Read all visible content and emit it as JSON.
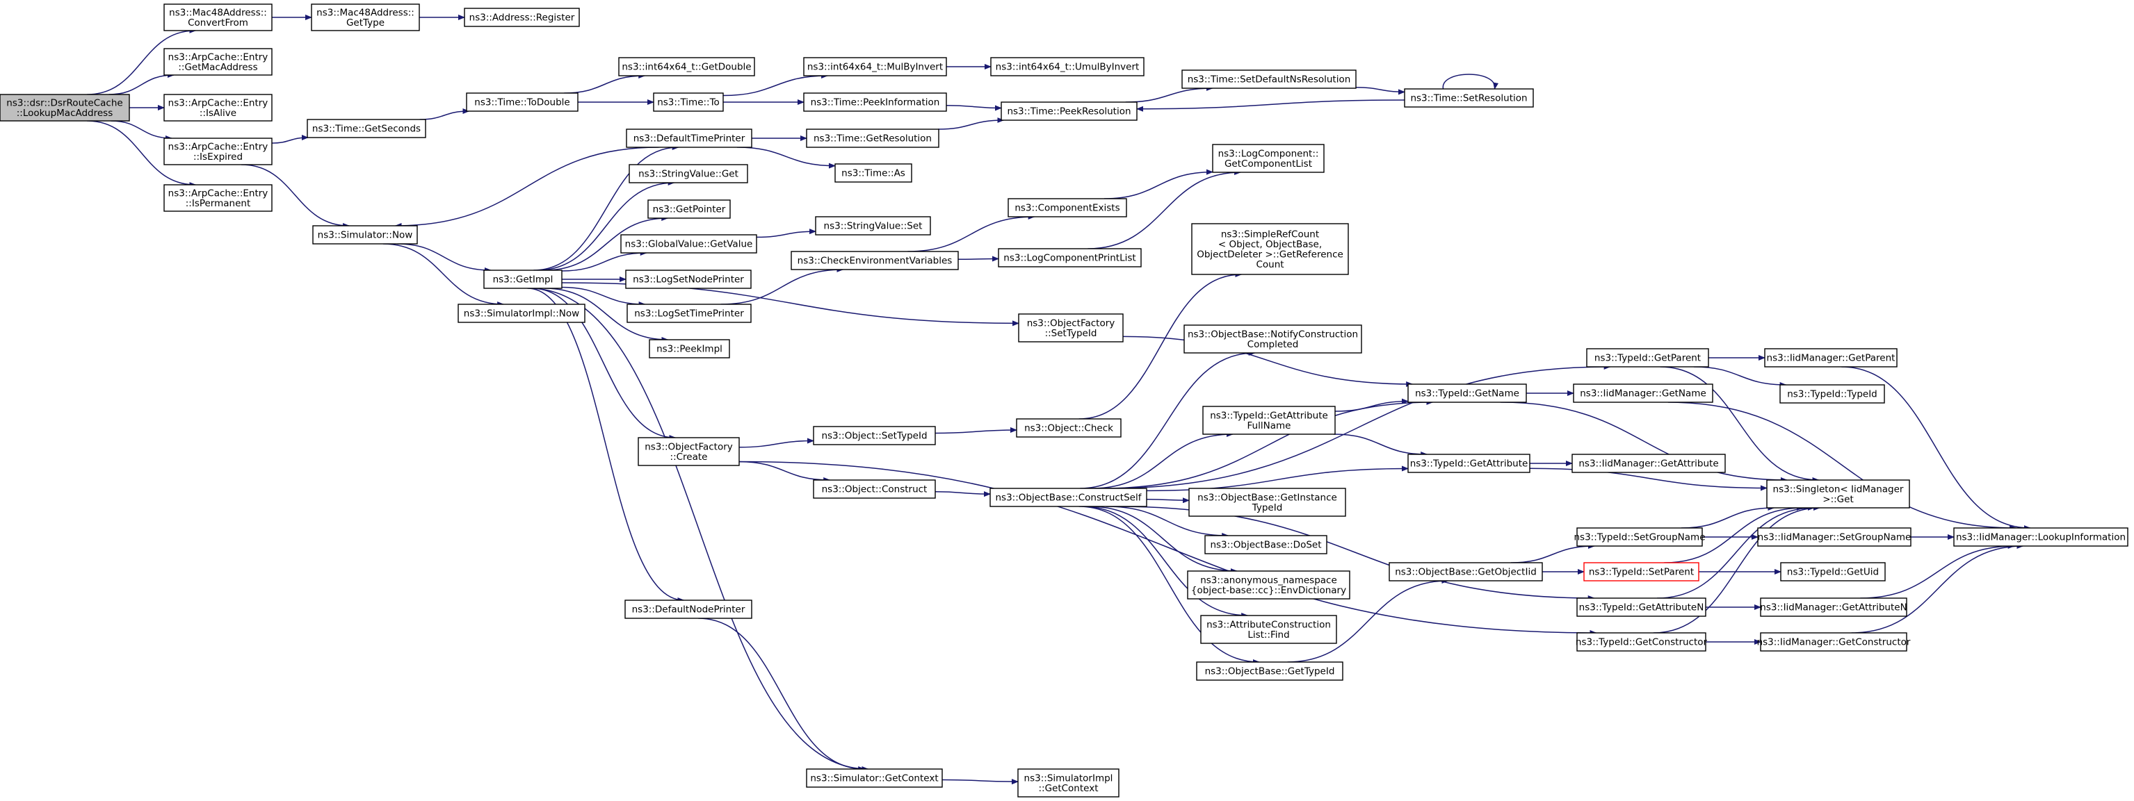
{
  "graph": {
    "title": "",
    "edge_color": "#191970",
    "root_fill": "#bfbfbf",
    "nodes": [
      {
        "id": "root",
        "lines": [
          "ns3::dsr::DsrRouteCache",
          "::LookupMacAddress"
        ],
        "style": "root"
      },
      {
        "id": "macConvert",
        "lines": [
          "ns3::Mac48Address::",
          "ConvertFrom"
        ]
      },
      {
        "id": "macGetType",
        "lines": [
          "ns3::Mac48Address::",
          "GetType"
        ]
      },
      {
        "id": "addrRegister",
        "lines": [
          "ns3::Address::Register"
        ]
      },
      {
        "id": "arpGetMac",
        "lines": [
          "ns3::ArpCache::Entry",
          "::GetMacAddress"
        ]
      },
      {
        "id": "arpIsAlive",
        "lines": [
          "ns3::ArpCache::Entry",
          "::IsAlive"
        ]
      },
      {
        "id": "arpIsExpired",
        "lines": [
          "ns3::ArpCache::Entry",
          "::IsExpired"
        ]
      },
      {
        "id": "arpIsPermanent",
        "lines": [
          "ns3::ArpCache::Entry",
          "::IsPermanent"
        ]
      },
      {
        "id": "timeGetSeconds",
        "lines": [
          "ns3::Time::GetSeconds"
        ]
      },
      {
        "id": "timeToDouble",
        "lines": [
          "ns3::Time::ToDouble"
        ]
      },
      {
        "id": "intGetDouble",
        "lines": [
          "ns3::int64x64_t::GetDouble"
        ]
      },
      {
        "id": "timeTo",
        "lines": [
          "ns3::Time::To"
        ]
      },
      {
        "id": "intMulByInvert",
        "lines": [
          "ns3::int64x64_t::MulByInvert"
        ]
      },
      {
        "id": "intUmulByInvert",
        "lines": [
          "ns3::int64x64_t::UmulByInvert"
        ]
      },
      {
        "id": "timePeekInformation",
        "lines": [
          "ns3::Time::PeekInformation"
        ]
      },
      {
        "id": "timePeekResolution",
        "lines": [
          "ns3::Time::PeekResolution"
        ]
      },
      {
        "id": "timeSetDefaultNs",
        "lines": [
          "ns3::Time::SetDefaultNsResolution"
        ]
      },
      {
        "id": "timeSetResolution",
        "lines": [
          "ns3::Time::SetResolution"
        ]
      },
      {
        "id": "defaultTimePrinter",
        "lines": [
          "ns3::DefaultTimePrinter"
        ]
      },
      {
        "id": "timeGetResolution",
        "lines": [
          "ns3::Time::GetResolution"
        ]
      },
      {
        "id": "timeAs",
        "lines": [
          "ns3::Time::As"
        ]
      },
      {
        "id": "simNow",
        "lines": [
          "ns3::Simulator::Now"
        ]
      },
      {
        "id": "stringValueGet",
        "lines": [
          "ns3::StringValue::Get"
        ]
      },
      {
        "id": "getPointer",
        "lines": [
          "ns3::GetPointer"
        ]
      },
      {
        "id": "globalValueGetValue",
        "lines": [
          "ns3::GlobalValue::GetValue"
        ]
      },
      {
        "id": "stringValueSet",
        "lines": [
          "ns3::StringValue::Set"
        ]
      },
      {
        "id": "getImpl",
        "lines": [
          "ns3::GetImpl"
        ]
      },
      {
        "id": "logSetNodePrinter",
        "lines": [
          "ns3::LogSetNodePrinter"
        ]
      },
      {
        "id": "logSetTimePrinter",
        "lines": [
          "ns3::LogSetTimePrinter"
        ]
      },
      {
        "id": "checkEnvVars",
        "lines": [
          "ns3::CheckEnvironmentVariables"
        ]
      },
      {
        "id": "componentExists",
        "lines": [
          "ns3::ComponentExists"
        ]
      },
      {
        "id": "logComponentPrintList",
        "lines": [
          "ns3::LogComponentPrintList"
        ]
      },
      {
        "id": "logGetComponentList",
        "lines": [
          "ns3::LogComponent::",
          "GetComponentList"
        ]
      },
      {
        "id": "simImplNow",
        "lines": [
          "ns3::SimulatorImpl::Now"
        ]
      },
      {
        "id": "peekImpl",
        "lines": [
          "ns3::PeekImpl"
        ]
      },
      {
        "id": "simpleRefCount",
        "lines": [
          "ns3::SimpleRefCount",
          "< Object, ObjectBase,",
          "ObjectDeleter >::GetReference",
          "Count"
        ]
      },
      {
        "id": "objFactorySetTypeId",
        "lines": [
          "ns3::ObjectFactory",
          "::SetTypeId"
        ]
      },
      {
        "id": "objBaseNotify",
        "lines": [
          "ns3::ObjectBase::NotifyConstruction",
          "Completed"
        ]
      },
      {
        "id": "typeIdGetParent",
        "lines": [
          "ns3::TypeId::GetParent"
        ]
      },
      {
        "id": "iidGetParent",
        "lines": [
          "ns3::IidManager::GetParent"
        ]
      },
      {
        "id": "typeIdTypeId",
        "lines": [
          "ns3::TypeId::TypeId"
        ]
      },
      {
        "id": "typeIdGetName",
        "lines": [
          "ns3::TypeId::GetName"
        ]
      },
      {
        "id": "iidGetName",
        "lines": [
          "ns3::IidManager::GetName"
        ]
      },
      {
        "id": "typeIdGetAttrFullName",
        "lines": [
          "ns3::TypeId::GetAttribute",
          "FullName"
        ]
      },
      {
        "id": "objFactoryCreate",
        "lines": [
          "ns3::ObjectFactory",
          "::Create"
        ]
      },
      {
        "id": "objSetTypeId",
        "lines": [
          "ns3::Object::SetTypeId"
        ]
      },
      {
        "id": "objCheck",
        "lines": [
          "ns3::Object::Check"
        ]
      },
      {
        "id": "typeIdGetAttribute",
        "lines": [
          "ns3::TypeId::GetAttribute"
        ]
      },
      {
        "id": "iidGetAttribute",
        "lines": [
          "ns3::IidManager::GetAttribute"
        ]
      },
      {
        "id": "objConstruct",
        "lines": [
          "ns3::Object::Construct"
        ]
      },
      {
        "id": "objBaseConstructSelf",
        "lines": [
          "ns3::ObjectBase::ConstructSelf"
        ]
      },
      {
        "id": "objBaseGetInstanceTypeId",
        "lines": [
          "ns3::ObjectBase::GetInstance",
          "TypeId"
        ]
      },
      {
        "id": "singletonGet",
        "lines": [
          "ns3::Singleton< IidManager",
          ">::Get"
        ]
      },
      {
        "id": "objBaseDoSet",
        "lines": [
          "ns3::ObjectBase::DoSet"
        ]
      },
      {
        "id": "typeIdSetGroupName",
        "lines": [
          "ns3::TypeId::SetGroupName"
        ]
      },
      {
        "id": "iidSetGroupName",
        "lines": [
          "ns3::IidManager::SetGroupName"
        ]
      },
      {
        "id": "iidLookupInformation",
        "lines": [
          "ns3::IidManager::LookupInformation"
        ]
      },
      {
        "id": "objBaseGetObjectIid",
        "lines": [
          "ns3::ObjectBase::GetObjectIid"
        ]
      },
      {
        "id": "typeIdSetParent",
        "lines": [
          "ns3::TypeId::SetParent"
        ],
        "style": "red"
      },
      {
        "id": "typeIdGetUid",
        "lines": [
          "ns3::TypeId::GetUid"
        ]
      },
      {
        "id": "anonEnvDictionary",
        "lines": [
          "ns3::anonymous_namespace",
          "{object-base::cc}::EnvDictionary"
        ]
      },
      {
        "id": "defaultNodePrinter",
        "lines": [
          "ns3::DefaultNodePrinter"
        ]
      },
      {
        "id": "typeIdGetAttributeN",
        "lines": [
          "ns3::TypeId::GetAttributeN"
        ]
      },
      {
        "id": "iidGetAttributeN",
        "lines": [
          "ns3::IidManager::GetAttributeN"
        ]
      },
      {
        "id": "attrConstructionListFind",
        "lines": [
          "ns3::AttributeConstruction",
          "List::Find"
        ]
      },
      {
        "id": "typeIdGetConstructor",
        "lines": [
          "ns3::TypeId::GetConstructor"
        ]
      },
      {
        "id": "iidGetConstructor",
        "lines": [
          "ns3::IidManager::GetConstructor"
        ]
      },
      {
        "id": "objBaseGetTypeId",
        "lines": [
          "ns3::ObjectBase::GetTypeId"
        ]
      },
      {
        "id": "simGetContext",
        "lines": [
          "ns3::Simulator::GetContext"
        ]
      },
      {
        "id": "simImplGetContext",
        "lines": [
          "ns3::SimulatorImpl",
          "::GetContext"
        ]
      }
    ],
    "edges": [
      [
        "root",
        "macConvert"
      ],
      [
        "root",
        "arpGetMac"
      ],
      [
        "root",
        "arpIsAlive"
      ],
      [
        "root",
        "arpIsExpired"
      ],
      [
        "root",
        "arpIsPermanent"
      ],
      [
        "macConvert",
        "macGetType"
      ],
      [
        "macGetType",
        "addrRegister"
      ],
      [
        "arpIsExpired",
        "timeGetSeconds"
      ],
      [
        "arpIsExpired",
        "simNow"
      ],
      [
        "timeGetSeconds",
        "timeToDouble"
      ],
      [
        "timeToDouble",
        "intGetDouble"
      ],
      [
        "timeToDouble",
        "timeTo"
      ],
      [
        "timeTo",
        "intMulByInvert"
      ],
      [
        "timeTo",
        "timePeekInformation"
      ],
      [
        "intMulByInvert",
        "intUmulByInvert"
      ],
      [
        "timePeekInformation",
        "timePeekResolution"
      ],
      [
        "timePeekResolution",
        "timeSetDefaultNs"
      ],
      [
        "timeSetDefaultNs",
        "timeSetResolution"
      ],
      [
        "timeSetResolution",
        "timePeekResolution"
      ],
      [
        "timeSetResolution",
        "timeSetResolution"
      ],
      [
        "defaultTimePrinter",
        "simNow"
      ],
      [
        "defaultTimePrinter",
        "timeGetResolution"
      ],
      [
        "defaultTimePrinter",
        "timeAs"
      ],
      [
        "timeGetResolution",
        "timePeekResolution"
      ],
      [
        "simNow",
        "getImpl"
      ],
      [
        "simNow",
        "simImplNow"
      ],
      [
        "getImpl",
        "defaultTimePrinter"
      ],
      [
        "getImpl",
        "stringValueGet"
      ],
      [
        "getImpl",
        "getPointer"
      ],
      [
        "getImpl",
        "globalValueGetValue"
      ],
      [
        "getImpl",
        "logSetNodePrinter"
      ],
      [
        "getImpl",
        "logSetTimePrinter"
      ],
      [
        "getImpl",
        "peekImpl"
      ],
      [
        "getImpl",
        "objFactorySetTypeId"
      ],
      [
        "getImpl",
        "objFactoryCreate"
      ],
      [
        "getImpl",
        "defaultNodePrinter"
      ],
      [
        "getImpl",
        "simGetContext"
      ],
      [
        "globalValueGetValue",
        "stringValueSet"
      ],
      [
        "logSetTimePrinter",
        "checkEnvVars"
      ],
      [
        "checkEnvVars",
        "componentExists"
      ],
      [
        "checkEnvVars",
        "logComponentPrintList"
      ],
      [
        "componentExists",
        "logGetComponentList"
      ],
      [
        "logComponentPrintList",
        "logGetComponentList"
      ],
      [
        "objFactorySetTypeId",
        "typeIdGetName"
      ],
      [
        "objFactoryCreate",
        "objSetTypeId"
      ],
      [
        "objFactoryCreate",
        "objConstruct"
      ],
      [
        "objFactoryCreate",
        "typeIdGetConstructor"
      ],
      [
        "objSetTypeId",
        "objCheck"
      ],
      [
        "objCheck",
        "simpleRefCount"
      ],
      [
        "objConstruct",
        "objBaseConstructSelf"
      ],
      [
        "objBaseConstructSelf",
        "objBaseNotify"
      ],
      [
        "objBaseConstructSelf",
        "typeIdGetParent"
      ],
      [
        "objBaseConstructSelf",
        "typeIdGetName"
      ],
      [
        "objBaseConstructSelf",
        "typeIdGetAttrFullName"
      ],
      [
        "objBaseConstructSelf",
        "typeIdGetAttribute"
      ],
      [
        "objBaseConstructSelf",
        "objBaseGetInstanceTypeId"
      ],
      [
        "objBaseConstructSelf",
        "objBaseDoSet"
      ],
      [
        "objBaseConstructSelf",
        "anonEnvDictionary"
      ],
      [
        "objBaseConstructSelf",
        "attrConstructionListFind"
      ],
      [
        "objBaseConstructSelf",
        "objBaseGetTypeId"
      ],
      [
        "objBaseConstructSelf",
        "typeIdGetAttributeN"
      ],
      [
        "typeIdGetParent",
        "iidGetParent"
      ],
      [
        "typeIdGetParent",
        "typeIdTypeId"
      ],
      [
        "typeIdGetParent",
        "singletonGet"
      ],
      [
        "iidGetParent",
        "iidLookupInformation"
      ],
      [
        "typeIdGetName",
        "iidGetName"
      ],
      [
        "typeIdGetName",
        "singletonGet"
      ],
      [
        "iidGetName",
        "iidLookupInformation"
      ],
      [
        "typeIdGetAttrFullName",
        "typeIdGetName"
      ],
      [
        "typeIdGetAttrFullName",
        "typeIdGetAttribute"
      ],
      [
        "typeIdGetAttribute",
        "iidGetAttribute"
      ],
      [
        "typeIdGetAttribute",
        "singletonGet"
      ],
      [
        "objBaseGetTypeId",
        "objBaseGetObjectIid"
      ],
      [
        "objBaseGetObjectIid",
        "typeIdSetGroupName"
      ],
      [
        "objBaseGetObjectIid",
        "typeIdSetParent"
      ],
      [
        "typeIdSetGroupName",
        "iidSetGroupName"
      ],
      [
        "typeIdSetGroupName",
        "singletonGet"
      ],
      [
        "iidSetGroupName",
        "iidLookupInformation"
      ],
      [
        "typeIdSetParent",
        "typeIdGetUid"
      ],
      [
        "typeIdSetParent",
        "singletonGet"
      ],
      [
        "typeIdGetAttributeN",
        "iidGetAttributeN"
      ],
      [
        "typeIdGetAttributeN",
        "singletonGet"
      ],
      [
        "iidGetAttributeN",
        "iidLookupInformation"
      ],
      [
        "typeIdGetConstructor",
        "iidGetConstructor"
      ],
      [
        "typeIdGetConstructor",
        "singletonGet"
      ],
      [
        "iidGetConstructor",
        "iidLookupInformation"
      ],
      [
        "defaultNodePrinter",
        "simGetContext"
      ],
      [
        "simGetContext",
        "simImplGetContext"
      ]
    ]
  }
}
